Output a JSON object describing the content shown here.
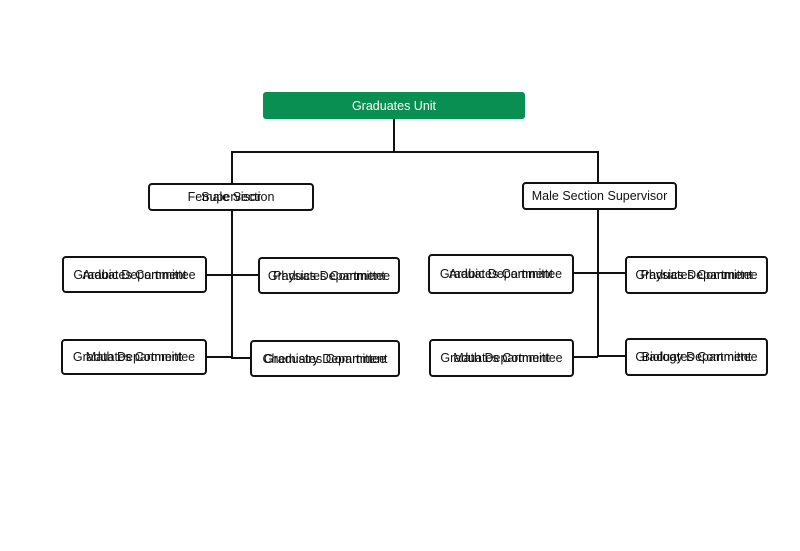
{
  "colors": {
    "root_fill": "#0a8f52",
    "line": "#111111"
  },
  "nodes": {
    "root": {
      "line1": "Graduates Unit"
    },
    "female": {
      "line1": "Female Section",
      "line2": "Supervisor"
    },
    "male": {
      "line1": "Male Section Supervisor"
    },
    "f_arabic": {
      "line1": "Arabic Department",
      "line2": "Graduates Committee"
    },
    "f_physics": {
      "line1": "Physics Department",
      "line2": "Graduates Committee"
    },
    "f_math": {
      "line1": "Math Department",
      "line2": "Graduates Committee"
    },
    "f_chemistry": {
      "line1": "Chemistry Department",
      "line2": "Graduates Committee"
    },
    "m_arabic": {
      "line1": "Arabic Department",
      "line2": "Graduates Committee"
    },
    "m_physics": {
      "line1": "Physics Department",
      "line2": "Graduates Committee"
    },
    "m_math": {
      "line1": "Math Department",
      "line2": "Graduates Committee"
    },
    "m_biology": {
      "line1": "Biology Department",
      "line2": "Graduates Committee"
    }
  }
}
